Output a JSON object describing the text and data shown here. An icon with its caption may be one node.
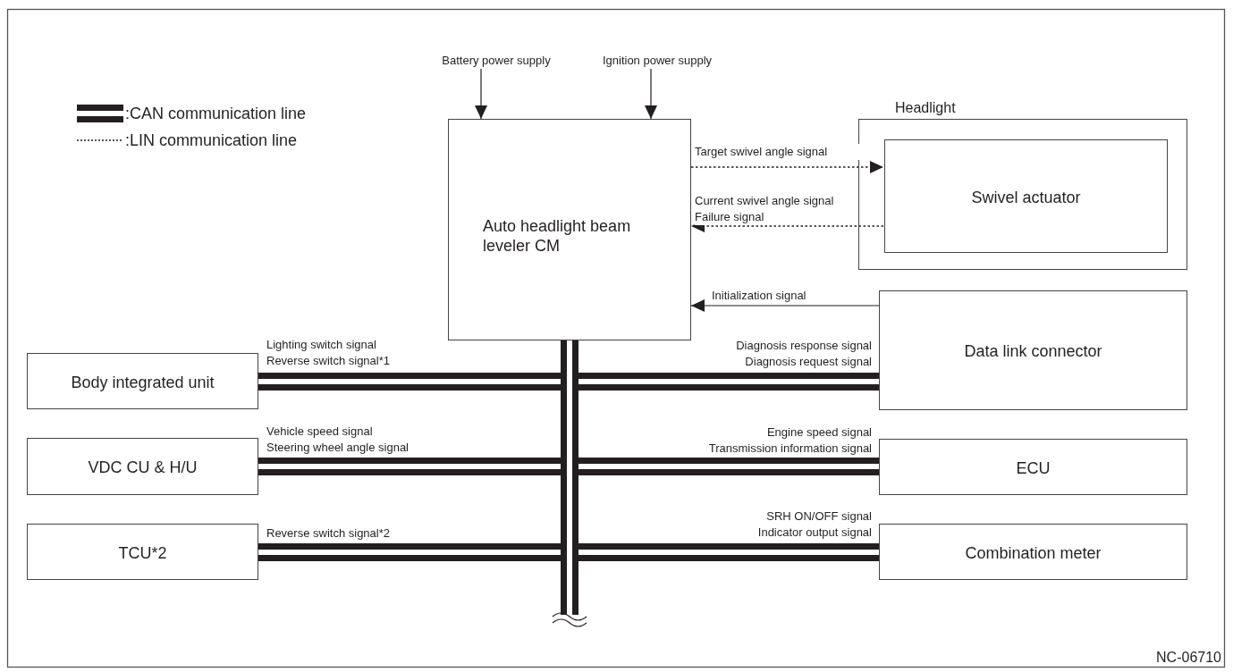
{
  "diagram": {
    "nodes": [
      {
        "text": [
          "Battery power supply"
        ]
      },
      {
        "text": [
          "Ignition power supply"
        ]
      },
      {
        "text": [
          "Auto headlight beam leveler CM"
        ]
      },
      {
        "text": [
          "Headlight"
        ]
      },
      {
        "text": [
          "Swivel actuator"
        ],
        "in": 3
      },
      {
        "text": [
          "Data link connector"
        ]
      },
      {
        "text": [
          "Body integrated unit"
        ]
      },
      {
        "text": [
          "VDC CU & H/U"
        ]
      },
      {
        "text": [
          "ECU"
        ]
      },
      {
        "text": [
          "TCU*2"
        ]
      },
      {
        "text": [
          "Combination meter"
        ]
      },
      {
        "text": [],
        "shape": "bar"
      }
    ],
    "edges": [
      {
        "from": 0,
        "to": 2,
        "arrow": "to"
      },
      {
        "from": 1,
        "to": 2,
        "arrow": "to"
      },
      {
        "from": 2,
        "to": 4,
        "arrow": "to",
        "style": "dashed",
        "label": "Target swivel angle signal"
      },
      {
        "from": 4,
        "to": 2,
        "arrow": "to",
        "style": "dashed",
        "label": "Current swivel angle signal Failure signal"
      },
      {
        "from": 5,
        "to": 2,
        "arrow": "to",
        "label": "Initialization signal"
      },
      {
        "from": 6,
        "to": 11,
        "arrow": "none",
        "label": "Lighting switch signal Reverse switch signal*1"
      },
      {
        "from": 5,
        "to": 11,
        "arrow": "none",
        "label": "Diagnosis response signal Diagnosis request signal"
      },
      {
        "from": 7,
        "to": 11,
        "arrow": "none",
        "label": "Vehicle speed signal Steering wheel angle signal"
      },
      {
        "from": 8,
        "to": 11,
        "arrow": "none",
        "label": "Engine speed signal Transmission information signal"
      },
      {
        "from": 9,
        "to": 11,
        "arrow": "none",
        "label": "Reverse switch signal*2"
      },
      {
        "from": 10,
        "to": 11,
        "arrow": "none",
        "label": "SRH ON/OFF signal Indicator output signal"
      },
      {
        "from": 11,
        "to": 2,
        "arrow": "none"
      }
    ],
    "labels": [
      "NC-06710"
    ],
    "legend": [
      {
        "text": ":CAN communication line"
      },
      {
        "text": ":LIN communication line"
      }
    ]
  }
}
